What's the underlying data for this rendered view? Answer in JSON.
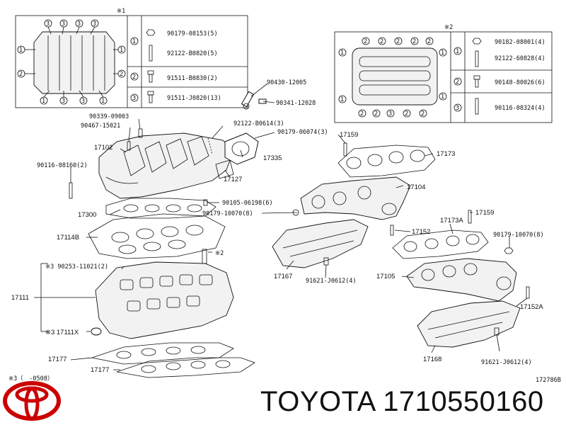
{
  "inset1": {
    "ref": "※1",
    "rows": [
      {
        "num": "1",
        "parts": [
          "90179-08153(5)",
          "92122-B0820(5)"
        ]
      },
      {
        "num": "2",
        "parts": [
          "91511-B0830(2)"
        ]
      },
      {
        "num": "3",
        "parts": [
          "91511-J0820(13)"
        ]
      }
    ]
  },
  "inset2": {
    "ref": "※2",
    "rows": [
      {
        "num": "1",
        "parts": [
          "90182-08001(4)",
          "92122-60828(4)"
        ]
      },
      {
        "num": "2",
        "parts": [
          "90148-80026(6)"
        ]
      },
      {
        "num": "3",
        "parts": [
          "90116-08324(4)"
        ]
      }
    ]
  },
  "callouts": {
    "p90430": "90430-12005",
    "p90341": "90341-12028",
    "p90339": "90339-09003",
    "p90467": "90467-15021",
    "p92122b": "92122-B0614(3)",
    "p90179a": "90179-06074(3)",
    "p17102": "17102",
    "p17335": "17335",
    "p17127": "17127",
    "p90116a": "90116-08160(2)",
    "p90105": "90105-06198(6)",
    "p90179b": "90179-10070(8)",
    "p17300": "17300",
    "p17114b": "17114B",
    "p17159a": "17159",
    "p17173": "17173",
    "p17104": "17104",
    "p17173a": "17173A",
    "p17159b": "17159",
    "p17152": "17152",
    "p90179c": "90179-10070(8)",
    "p17167": "17167",
    "p91621a": "91621-J0612(4)",
    "p17105": "17105",
    "p17152a": "17152A",
    "p90253": "※3 90253-11021(2)",
    "ref2": "※2",
    "p17111": "17111",
    "p17111x": "※3 17111X",
    "p17177a": "17177",
    "p17177b": "17177",
    "p17168": "17168",
    "p91621b": "91621-J0612(4)",
    "note": "※3（　-0508）",
    "diagram_code": "172786B"
  },
  "brand": {
    "name": "TOYOTA",
    "part_number": "1710550160",
    "logo": "toyota-logo",
    "logo_color": "#cc0000"
  }
}
